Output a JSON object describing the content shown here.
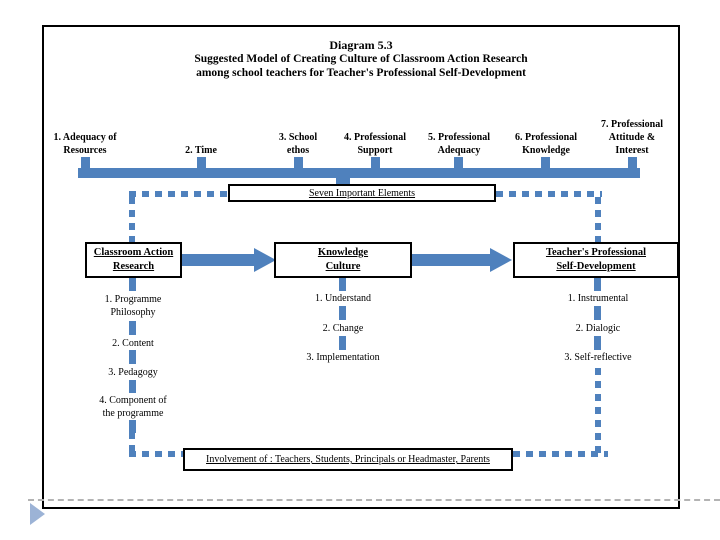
{
  "accent_color": "#4f81bd",
  "title": {
    "line1": "Diagram 5.3",
    "line2": "Suggested Model of Creating Culture of Classroom Action Research",
    "line3": "among school teachers for Teacher's Professional Self-Development"
  },
  "seven_elements": {
    "box_label": "Seven Important Elements",
    "items": [
      "1. Adequacy of\nResources",
      "2. Time",
      "3. School\nethos",
      "4. Professional\nSupport",
      "5. Professional\nAdequacy",
      "6. Professional\nKnowledge",
      "7. Professional\nAttitude &\nInterest"
    ]
  },
  "flow": {
    "boxes": [
      {
        "label": "Classroom Action\nResearch"
      },
      {
        "label": "Knowledge\nCulture"
      },
      {
        "label": "Teacher's Professional\nSelf-Development"
      }
    ],
    "columns": [
      {
        "items": [
          "1. Programme\nPhilosophy",
          "2. Content",
          "3. Pedagogy",
          "4. Component of\nthe programme"
        ]
      },
      {
        "items": [
          "1. Understand",
          "2. Change",
          "3. Implementation"
        ]
      },
      {
        "items": [
          "1. Instrumental",
          "2. Dialogic",
          "3. Self-reflective"
        ]
      }
    ]
  },
  "bottom_box": {
    "label": "Involvement of : Teachers, Students, Principals or Headmaster, Parents"
  }
}
